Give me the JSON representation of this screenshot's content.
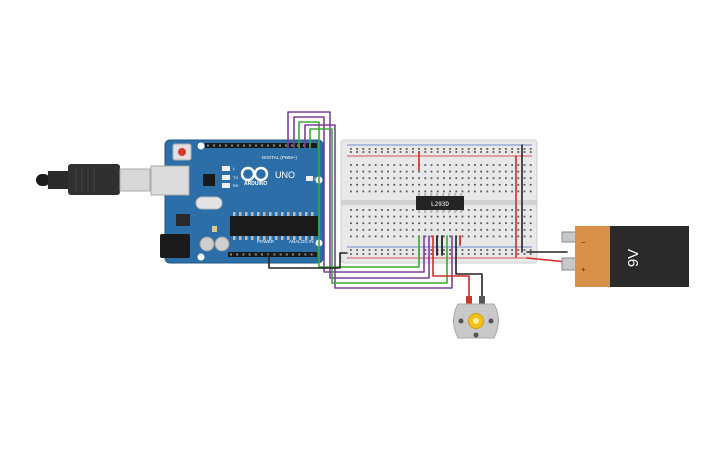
{
  "arduino": {
    "brand": "ARDUINO",
    "model": "UNO",
    "header_digital": "DIGITAL (PWM~)",
    "header_power": "POWER",
    "header_analog": "ANALOG IN",
    "on_label": "ON",
    "tx_label": "TX",
    "rx_label": "RX",
    "l_label": "L"
  },
  "chip": {
    "label": "L293D"
  },
  "battery": {
    "label": "9V",
    "minus": "−",
    "plus": "+"
  },
  "colors": {
    "board": "#2b6ea8",
    "breadboard": "#e8e8e8",
    "wire_red": "#d42a2a",
    "wire_black": "#222222",
    "wire_green": "#3aaa35",
    "wire_purple": "#7b3f99",
    "battery_orange": "#d9914a",
    "battery_dark": "#2a2a2a",
    "motor": "#c9c9c9",
    "motor_shaft": "#f2c21b"
  }
}
